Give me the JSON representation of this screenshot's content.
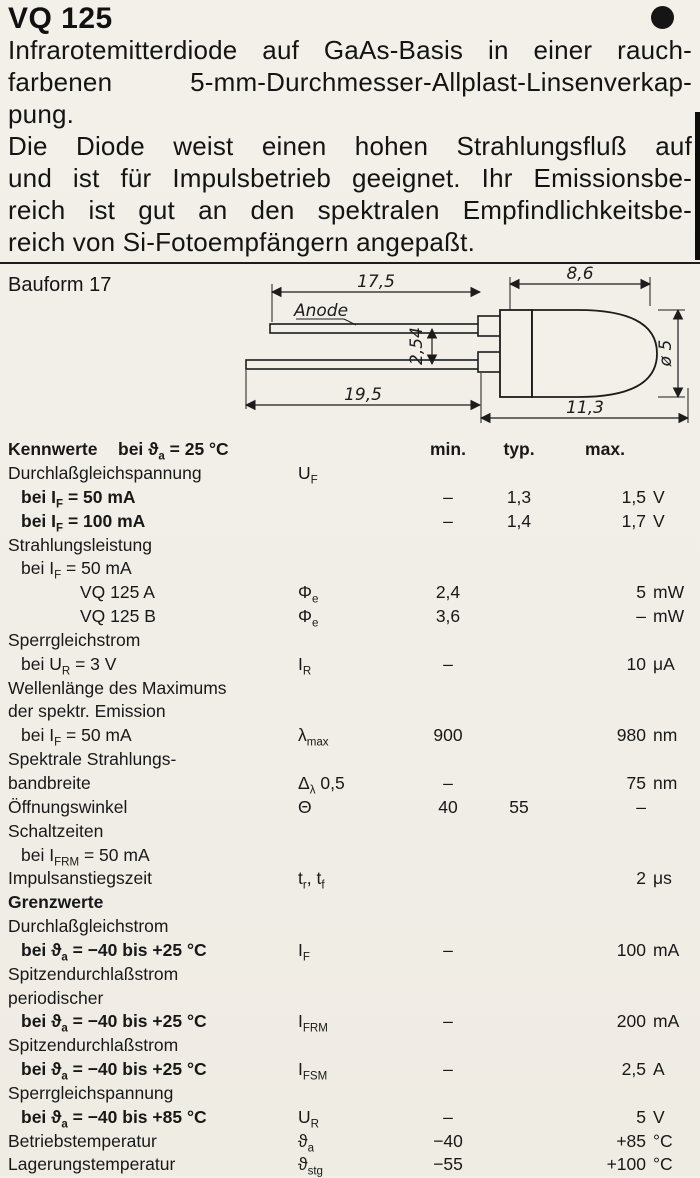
{
  "page": {
    "title": "VQ 125",
    "paragraphs": [
      [
        "Infrarotemitterdiode auf GaAs-Basis in einer rauch-",
        "farbenen 5-mm-Durchmesser-Allplast-Linsenverkap-",
        "pung."
      ],
      [
        "Die Diode weist einen hohen Strahlungsfluß auf",
        "und ist für Impulsbetrieb geeignet. Ihr Emissionsbe-",
        "reich ist gut an den spektralen Empfindlichkeitsbe-",
        "reich von Si-Fotoempfängern angepaßt."
      ]
    ]
  },
  "drawing": {
    "label": "Bauform 17",
    "anode": "Anode",
    "dim_top_left": "17,5",
    "dim_top_right": "8,6",
    "dim_pitch": "2,54",
    "dim_bottom_left": "19,5",
    "dim_bottom_right": "11,3",
    "dim_diameter": "ø 5"
  },
  "table": {
    "section1": "Kennwerte",
    "condition": [
      {
        "t": "bei ϑ"
      },
      {
        "s": "a"
      },
      {
        "t": " = 25 °C"
      }
    ],
    "cols": {
      "min": "min.",
      "typ": "typ.",
      "max": "max."
    },
    "rows": [
      {
        "label": [
          {
            "t": "Durchlaßgleichspannung"
          }
        ],
        "indent": 0,
        "symbol": [
          {
            "t": "U"
          },
          {
            "s": "F"
          }
        ]
      },
      {
        "label": [
          {
            "t": "bei I"
          },
          {
            "s": "F"
          },
          {
            "t": " = 50 mA"
          }
        ],
        "indent": 1,
        "bold": true,
        "min": "–",
        "typ": "1,3",
        "max": "1,5",
        "unit": "V"
      },
      {
        "label": [
          {
            "t": "bei I"
          },
          {
            "s": "F"
          },
          {
            "t": " = 100 mA"
          }
        ],
        "indent": 1,
        "bold": true,
        "min": "–",
        "typ": "1,4",
        "max": "1,7",
        "unit": "V"
      },
      {
        "label": [
          {
            "t": "Strahlungsleistung"
          }
        ],
        "indent": 0
      },
      {
        "label": [
          {
            "t": "bei I"
          },
          {
            "s": "F"
          },
          {
            "t": " = 50 mA"
          }
        ],
        "indent": 1
      },
      {
        "label": [
          {
            "t": "VQ 125 A"
          }
        ],
        "indent": 2,
        "symbol": [
          {
            "t": "Φ"
          },
          {
            "s": "e"
          }
        ],
        "min": "2,4",
        "max": "5",
        "unit": "mW"
      },
      {
        "label": [
          {
            "t": "VQ 125 B"
          }
        ],
        "indent": 2,
        "symbol": [
          {
            "t": "Φ"
          },
          {
            "s": "e"
          }
        ],
        "min": "3,6",
        "max": "–",
        "unit": "mW"
      },
      {
        "label": [
          {
            "t": "Sperrgleichstrom"
          }
        ],
        "indent": 0
      },
      {
        "label": [
          {
            "t": "bei U"
          },
          {
            "s": "R"
          },
          {
            "t": " = 3 V"
          }
        ],
        "indent": 1,
        "symbol": [
          {
            "t": "I"
          },
          {
            "s": "R"
          }
        ],
        "min": "–",
        "max": "10",
        "unit": "μA"
      },
      {
        "label": [
          {
            "t": "Wellenlänge des Maximums"
          }
        ],
        "indent": 0
      },
      {
        "label": [
          {
            "t": "der spektr. Emission"
          }
        ],
        "indent": 0
      },
      {
        "label": [
          {
            "t": "bei I"
          },
          {
            "s": "F"
          },
          {
            "t": " = 50 mA"
          }
        ],
        "indent": 1,
        "symbol": [
          {
            "t": "λ"
          },
          {
            "s": "max"
          }
        ],
        "min": "900",
        "max": "980",
        "unit": "nm"
      },
      {
        "label": [
          {
            "t": "Spektrale Strahlungs-"
          }
        ],
        "indent": 0
      },
      {
        "label": [
          {
            "t": "bandbreite"
          }
        ],
        "indent": 0,
        "symbol": [
          {
            "t": "Δ"
          },
          {
            "s": "λ"
          },
          {
            "t": " 0,5"
          }
        ],
        "min": "–",
        "max": "75",
        "unit": "nm"
      },
      {
        "label": [
          {
            "t": "Öffnungswinkel"
          }
        ],
        "indent": 0,
        "symbol": [
          {
            "t": "Θ"
          }
        ],
        "min": "40",
        "typ": "55",
        "max": "–"
      },
      {
        "label": [
          {
            "t": "Schaltzeiten"
          }
        ],
        "indent": 0
      },
      {
        "label": [
          {
            "t": "bei I"
          },
          {
            "s": "FRM"
          },
          {
            "t": " = 50 mA"
          }
        ],
        "indent": 1
      },
      {
        "label": [
          {
            "t": "Impulsanstiegszeit"
          }
        ],
        "indent": 0,
        "symbol": [
          {
            "t": "t"
          },
          {
            "s": "r"
          },
          {
            "t": ", t"
          },
          {
            "s": "f"
          }
        ],
        "max": "2",
        "unit": "μs"
      },
      {
        "label": [
          {
            "t": "Grenzwerte"
          }
        ],
        "indent": 0,
        "bold": true
      },
      {
        "label": [
          {
            "t": "Durchlaßgleichstrom"
          }
        ],
        "indent": 0
      },
      {
        "label": [
          {
            "t": "bei ϑ"
          },
          {
            "s": "a"
          },
          {
            "t": " = −40 bis +25 °C"
          }
        ],
        "indent": 1,
        "bold": true,
        "symbol": [
          {
            "t": "I"
          },
          {
            "s": "F"
          }
        ],
        "min": "–",
        "max": "100",
        "unit": "mA"
      },
      {
        "label": [
          {
            "t": "Spitzendurchlaßstrom"
          }
        ],
        "indent": 0
      },
      {
        "label": [
          {
            "t": "periodischer"
          }
        ],
        "indent": 0
      },
      {
        "label": [
          {
            "t": "bei ϑ"
          },
          {
            "s": "a"
          },
          {
            "t": " = −40 bis +25 °C"
          }
        ],
        "indent": 1,
        "bold": true,
        "symbol": [
          {
            "t": "I"
          },
          {
            "s": "FRM"
          }
        ],
        "min": "–",
        "max": "200",
        "unit": "mA"
      },
      {
        "label": [
          {
            "t": "Spitzendurchlaßstrom"
          }
        ],
        "indent": 0
      },
      {
        "label": [
          {
            "t": "bei ϑ"
          },
          {
            "s": "a"
          },
          {
            "t": " = −40 bis +25 °C"
          }
        ],
        "indent": 1,
        "bold": true,
        "symbol": [
          {
            "t": "I"
          },
          {
            "s": "FSM"
          }
        ],
        "min": "–",
        "max": "2,5",
        "unit": "A"
      },
      {
        "label": [
          {
            "t": "Sperrgleichspannung"
          }
        ],
        "indent": 0
      },
      {
        "label": [
          {
            "t": "bei ϑ"
          },
          {
            "s": "a"
          },
          {
            "t": " = −40 bis +85 °C"
          }
        ],
        "indent": 1,
        "bold": true,
        "symbol": [
          {
            "t": "U"
          },
          {
            "s": "R"
          }
        ],
        "min": "–",
        "max": "5",
        "unit": "V"
      },
      {
        "label": [
          {
            "t": "Betriebstemperatur"
          }
        ],
        "indent": 0,
        "symbol": [
          {
            "t": "ϑ"
          },
          {
            "s": "a"
          }
        ],
        "min": "−40",
        "max": "+85",
        "unit": "°C"
      },
      {
        "label": [
          {
            "t": "Lagerungstemperatur"
          }
        ],
        "indent": 0,
        "symbol": [
          {
            "t": "ϑ"
          },
          {
            "s": "stg"
          }
        ],
        "min": "−55",
        "max": "+100",
        "unit": "°C"
      }
    ]
  }
}
